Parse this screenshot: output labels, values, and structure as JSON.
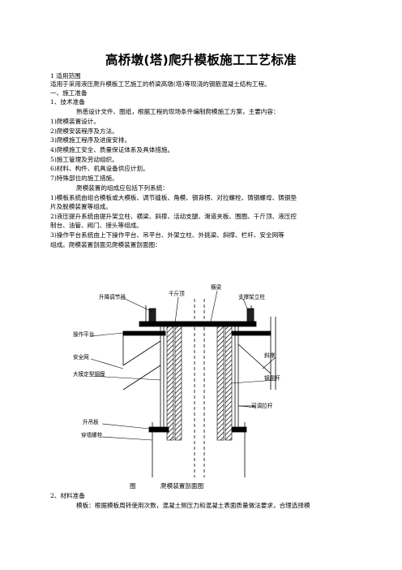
{
  "doc": {
    "title": "高桥墩(塔)爬升模板施工工艺标准",
    "lines": [
      "1 适用范围",
      "适用于采用液压爬升模板工艺施工的桥梁高墩(塔)等现浇的钢筋混凝土结构工程。",
      "一、施工准备",
      "1、技术准备",
      "熟悉设计文件、图纸，根据工程的现场条件编制爬模施工方案，主要内容：",
      "1)爬模装置设计。",
      "2)爬模安装程序及方法。",
      "3)爬模施工程序及进度安排。",
      "4)爬模施工安全、质量保证体系及具体措施。",
      "5)施工管理及劳动组织。",
      "6)材料、构件、机具设备供应计划。",
      "7)特殊部位的施工措施。",
      "爬模装置的组成应包括下列系统：",
      "1)模板系统由组合模板或大模板、调节缝板、角模、钢背楞、对拉螺栓、铸钢螺母、铸钢垫",
      "片及脱模装置等组成。",
      "2)液压提升系统由提升架立柱、横梁、斜撑、活动支腿、滑道夹板、围圈、千斤顶、液压控",
      "制台、油管、阀门、接头等组成。",
      "3)操作平台系统由上下操作平台、吊平台、外架立柱、外挑梁、斜撑、栏杆、安全网等",
      "组成。爬模装置剖面见爬模装置剖面图："
    ],
    "figure_labels": {
      "lifting_adjuster": "升降调节器",
      "jack": "千斤顶",
      "crossbeam": "横梁",
      "support_column": "支撑架立柱",
      "operation_platform": "操作平台",
      "safety_net": "安全网",
      "formwork": "大模定型钢模",
      "diagonal_brace": "斜撑",
      "steel_climbing_rod": "钢爬杆",
      "lifting_plate": "升吊板",
      "anchor_bolt": "穿墙螺栓",
      "adjustable_rod": "可调拉杆"
    },
    "caption": {
      "prefix": "图",
      "text": "爬模装置剖面图"
    },
    "after": [
      "2、材料准备",
      "模板：根据模板周转使用次数，混凝土侧压力和混凝土表面质量做法要求，合理选择模"
    ]
  }
}
